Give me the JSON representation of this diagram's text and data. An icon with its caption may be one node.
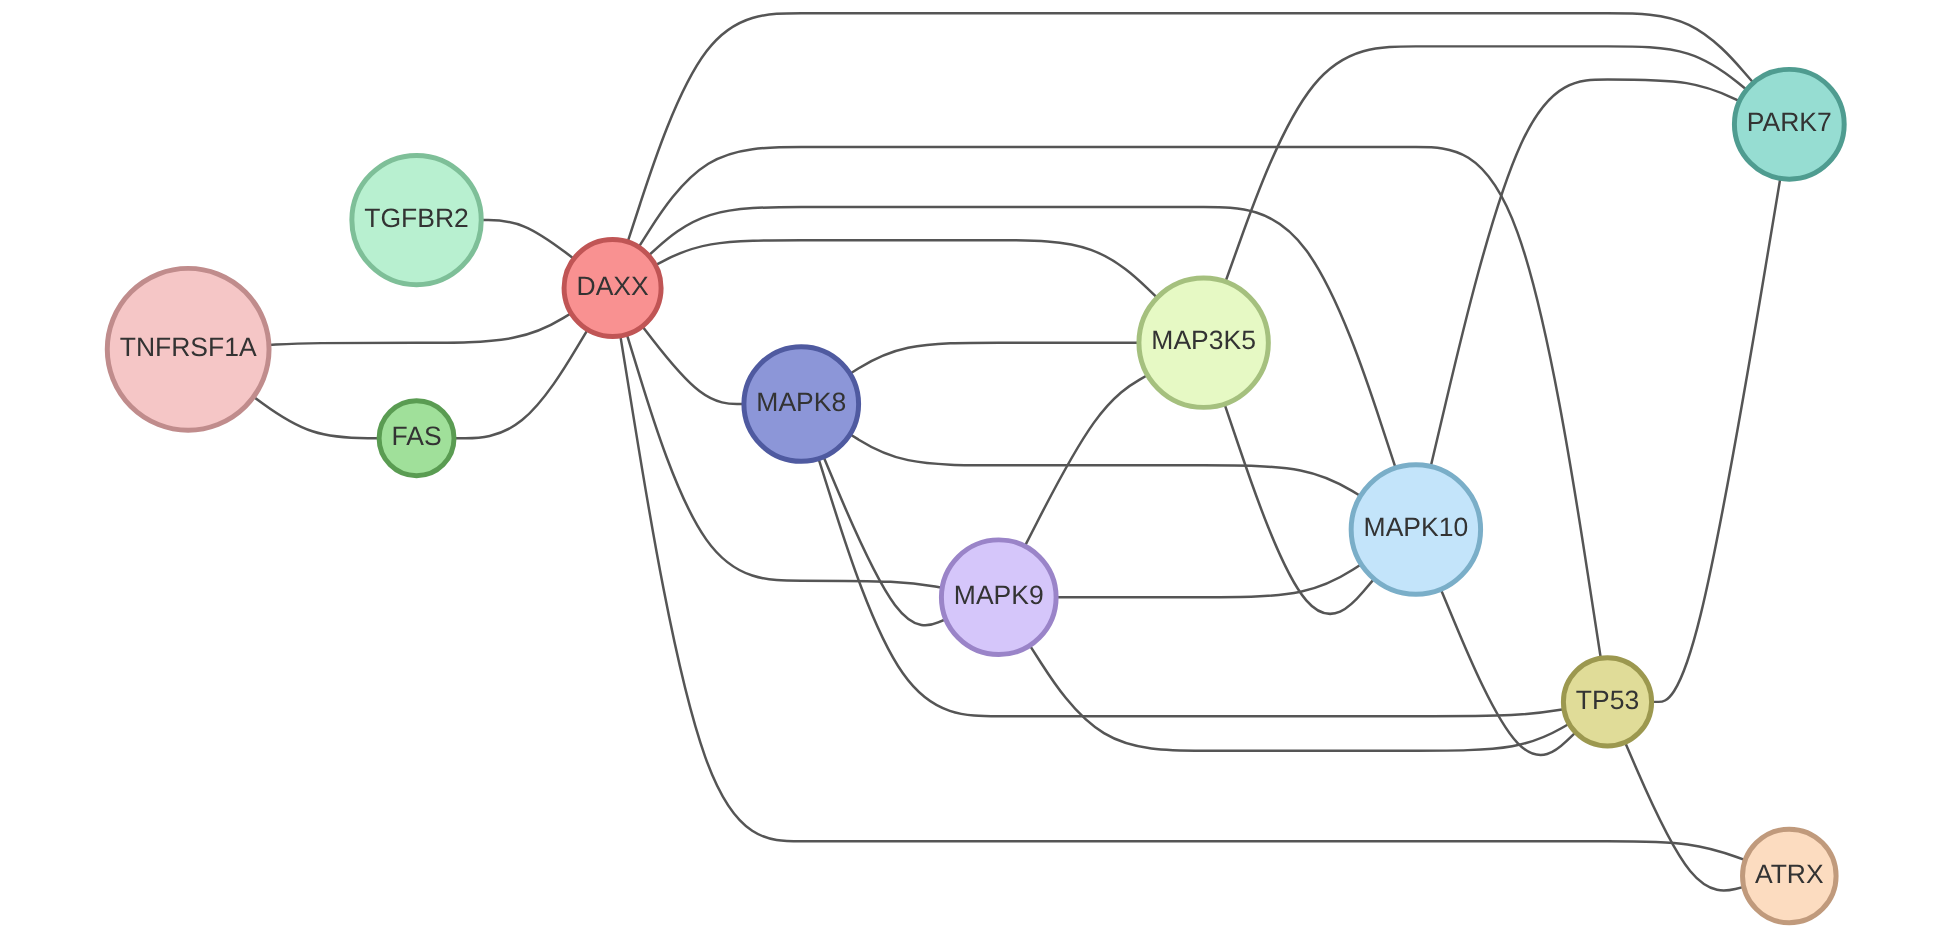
{
  "diagram": {
    "nodes": [
      {
        "text": [
          "TGFBR2"
        ]
      },
      {
        "text": [
          "MAPK9"
        ]
      },
      {
        "text": [
          "MAPK8"
        ]
      },
      {
        "text": [
          "MAP3K5"
        ]
      },
      {
        "text": [
          "DAXX"
        ]
      },
      {
        "text": [
          "TNFRSF1A"
        ]
      },
      {
        "text": [
          "MAPK10"
        ]
      },
      {
        "text": [
          "PARK7"
        ]
      },
      {
        "text": [
          "FAS"
        ]
      },
      {
        "text": [
          "TP53"
        ]
      },
      {
        "text": [
          "ATRX"
        ]
      }
    ],
    "edges": [
      {
        "from": 0,
        "to": 4,
        "arrow": "none"
      },
      {
        "from": 5,
        "to": 4,
        "arrow": "none"
      },
      {
        "from": 8,
        "to": 4,
        "arrow": "none"
      },
      {
        "from": 5,
        "to": 8,
        "arrow": "none"
      },
      {
        "from": 4,
        "to": 2,
        "arrow": "none"
      },
      {
        "from": 4,
        "to": 1,
        "arrow": "none"
      },
      {
        "from": 4,
        "to": 3,
        "arrow": "none"
      },
      {
        "from": 4,
        "to": 6,
        "arrow": "none"
      },
      {
        "from": 4,
        "to": 7,
        "arrow": "none"
      },
      {
        "from": 4,
        "to": 9,
        "arrow": "none"
      },
      {
        "from": 4,
        "to": 10,
        "arrow": "none"
      },
      {
        "from": 2,
        "to": 1,
        "arrow": "none"
      },
      {
        "from": 2,
        "to": 3,
        "arrow": "none"
      },
      {
        "from": 2,
        "to": 6,
        "arrow": "none"
      },
      {
        "from": 2,
        "to": 9,
        "arrow": "none"
      },
      {
        "from": 1,
        "to": 3,
        "arrow": "none"
      },
      {
        "from": 1,
        "to": 6,
        "arrow": "none"
      },
      {
        "from": 1,
        "to": 9,
        "arrow": "none"
      },
      {
        "from": 3,
        "to": 6,
        "arrow": "none"
      },
      {
        "from": 3,
        "to": 7,
        "arrow": "none"
      },
      {
        "from": 6,
        "to": 9,
        "arrow": "none"
      },
      {
        "from": 6,
        "to": 7,
        "arrow": "none"
      },
      {
        "from": 9,
        "to": 7,
        "arrow": "none"
      },
      {
        "from": 9,
        "to": 10,
        "arrow": "none"
      }
    ]
  }
}
